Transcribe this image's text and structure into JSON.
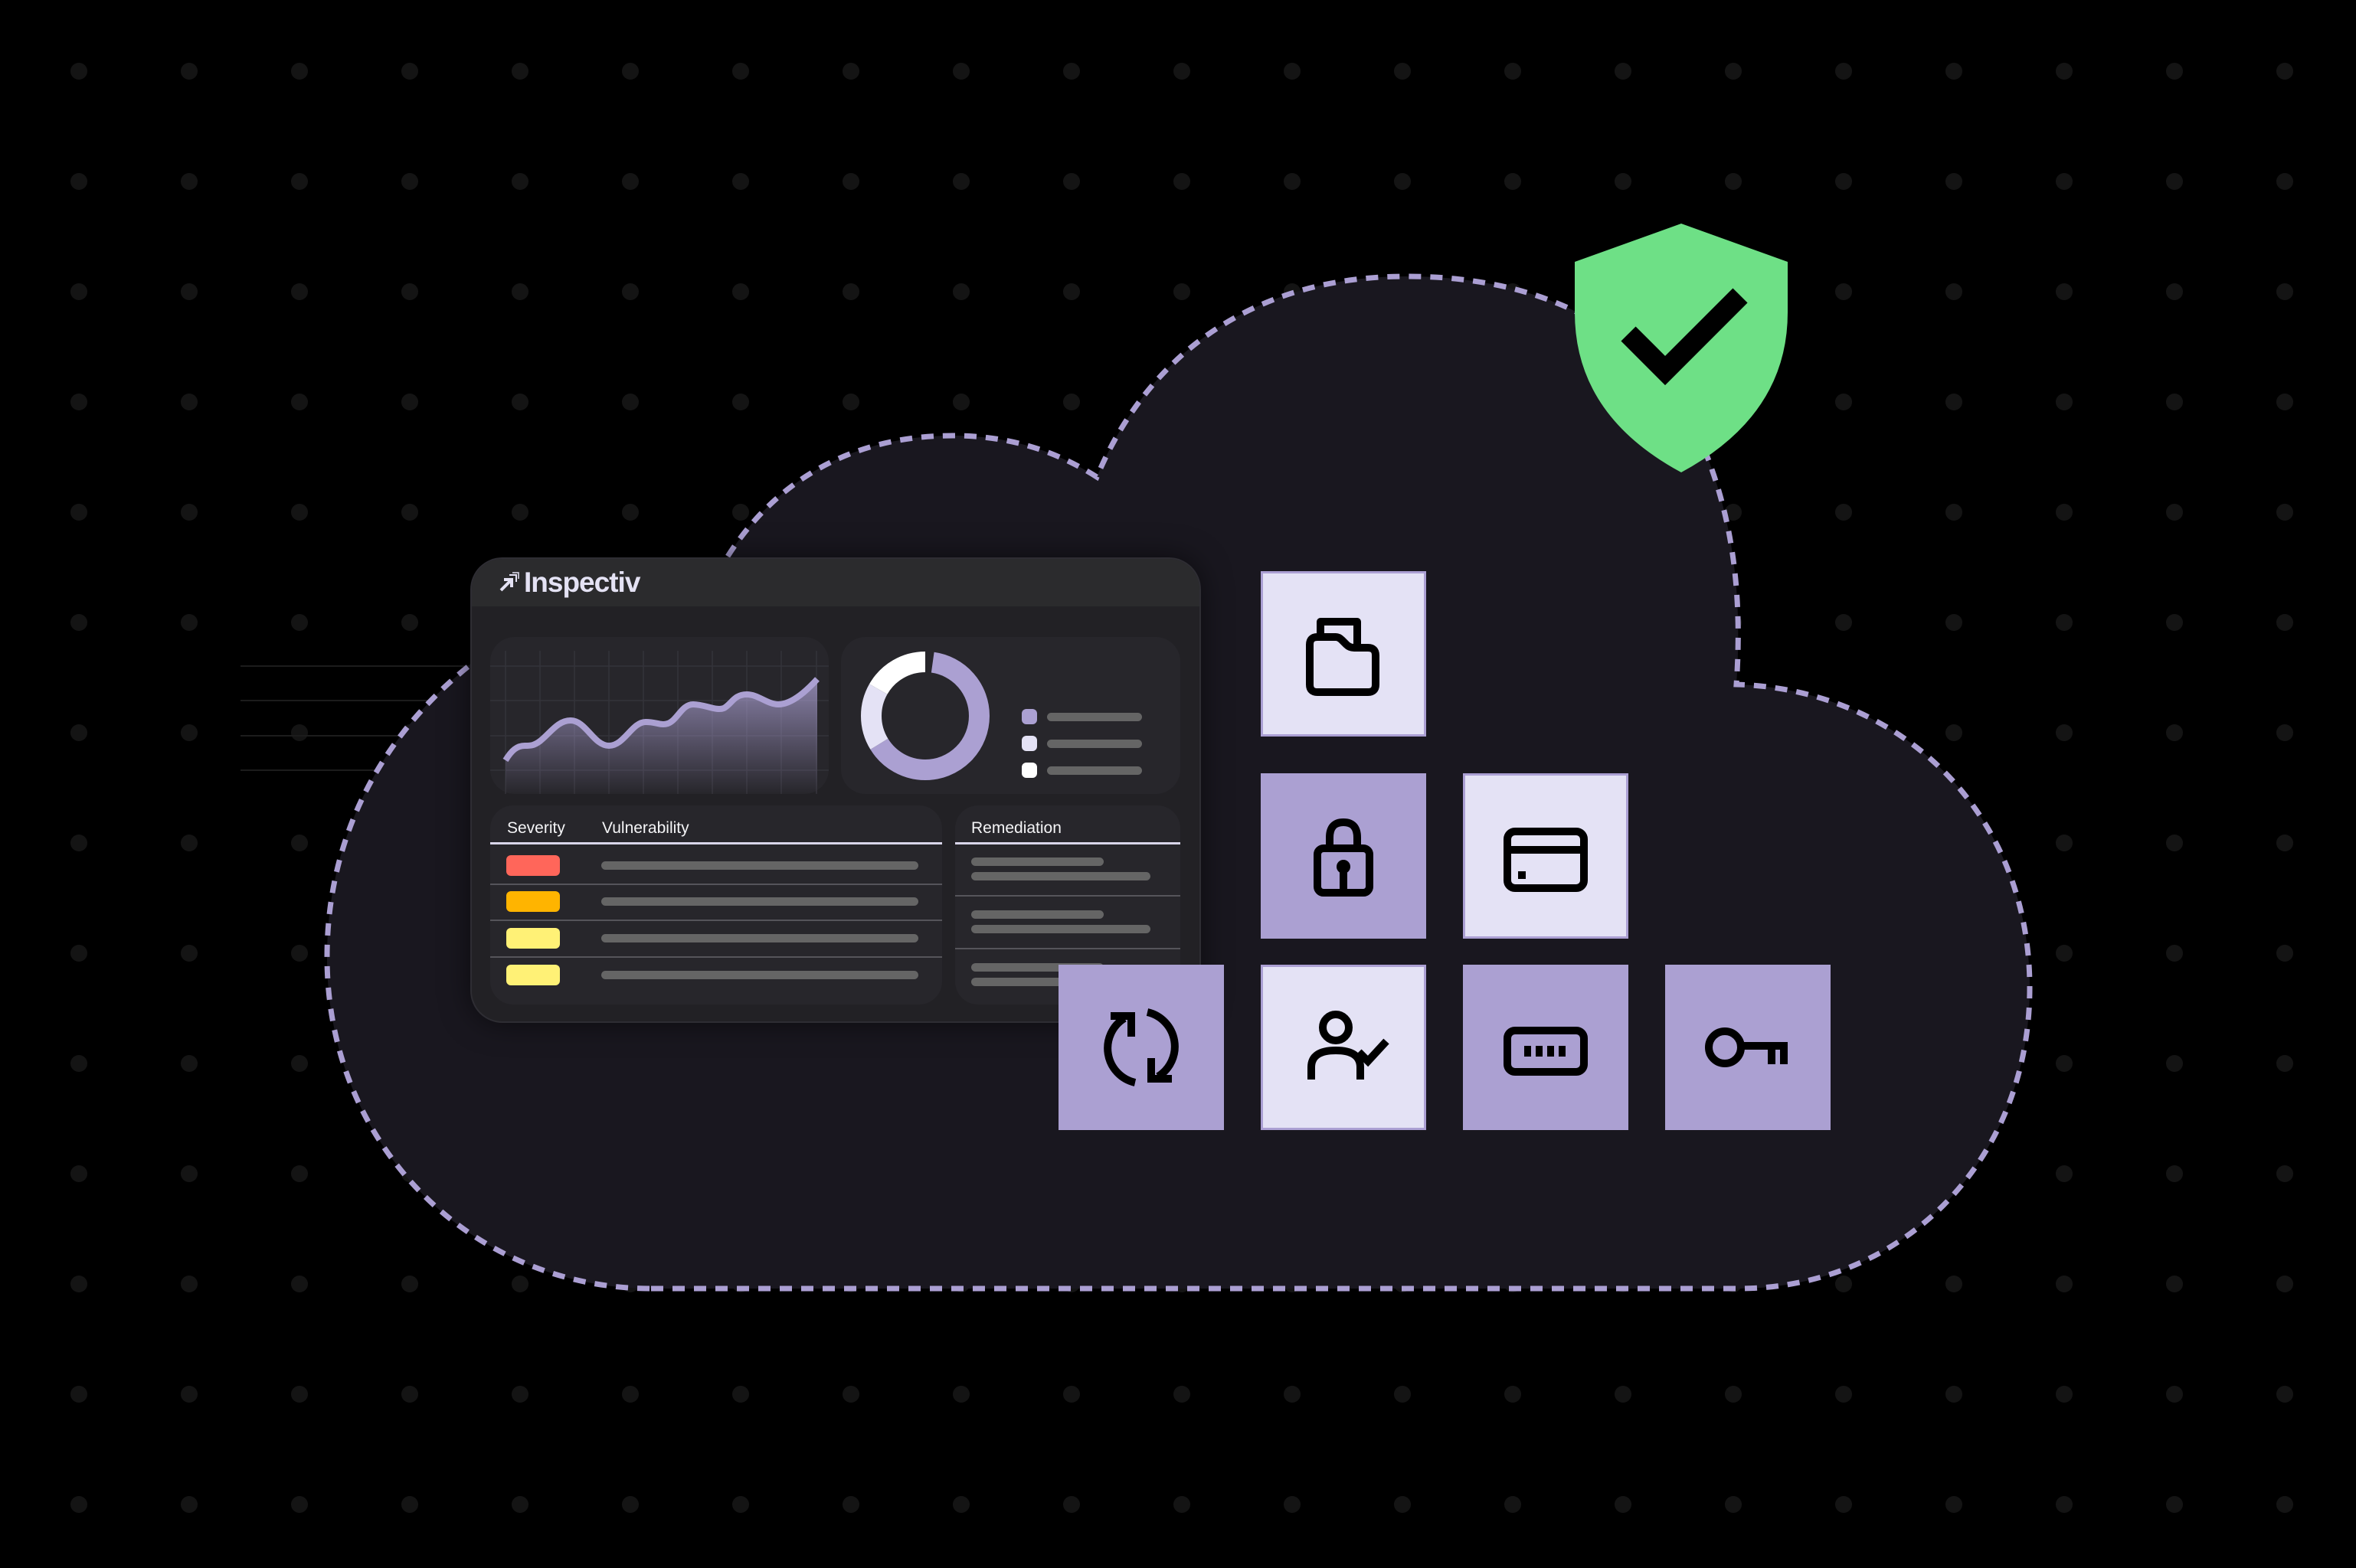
{
  "colors": {
    "background": "#000000",
    "dot": "#141414",
    "cloud_fill": "#19171f",
    "cloud_dash": "#ab9fd3",
    "accent_purple": "#aba0d2",
    "accent_light": "#e4e2f5",
    "shield_green": "#6ee086",
    "severity_critical": "#ff665a",
    "severity_high": "#ffb400",
    "severity_medium": "#fff176",
    "severity_low": "#fff176",
    "placeholder_bar": "#656565"
  },
  "dashboard": {
    "brand": "Inspectiv",
    "logo_icon": "arrow-up-right-icon",
    "line_chart": {
      "type": "area-line",
      "points": [
        [
          660,
          993
        ],
        [
          683,
          974
        ],
        [
          697,
          973
        ],
        [
          745,
          941
        ],
        [
          795,
          974
        ],
        [
          843,
          942
        ],
        [
          870,
          943
        ],
        [
          903,
          920
        ],
        [
          943,
          927
        ],
        [
          973,
          907
        ],
        [
          1015,
          920
        ],
        [
          1067,
          887
        ]
      ]
    },
    "donut": {
      "segments": [
        {
          "name": "primary",
          "share": 0.64,
          "color": "#aba0d2"
        },
        {
          "name": "secondary",
          "share": 0.17,
          "color": "#e4e2f5"
        },
        {
          "name": "tertiary",
          "share": 0.19,
          "color": "#ffffff"
        }
      ],
      "legend": [
        "#aba0d2",
        "#e4e2f5",
        "#ffffff"
      ]
    },
    "table": {
      "headers": {
        "severity": "Severity",
        "vulnerability": "Vulnerability",
        "remediation": "Remediation"
      },
      "rows": [
        {
          "severity_color": "#ff665a"
        },
        {
          "severity_color": "#ffb400"
        },
        {
          "severity_color": "#fff176"
        },
        {
          "severity_color": "#fff176"
        }
      ]
    }
  },
  "tiles": [
    {
      "icon": "folder-icon",
      "style": "light"
    },
    {
      "icon": "lock-icon",
      "style": "purple"
    },
    {
      "icon": "credit-card-icon",
      "style": "light"
    },
    {
      "icon": "refresh-icon",
      "style": "purple"
    },
    {
      "icon": "user-check-icon",
      "style": "light"
    },
    {
      "icon": "password-icon",
      "style": "purple"
    },
    {
      "icon": "key-icon",
      "style": "purple"
    }
  ],
  "badge": {
    "icon": "shield-check-icon",
    "color": "#6ee086"
  }
}
